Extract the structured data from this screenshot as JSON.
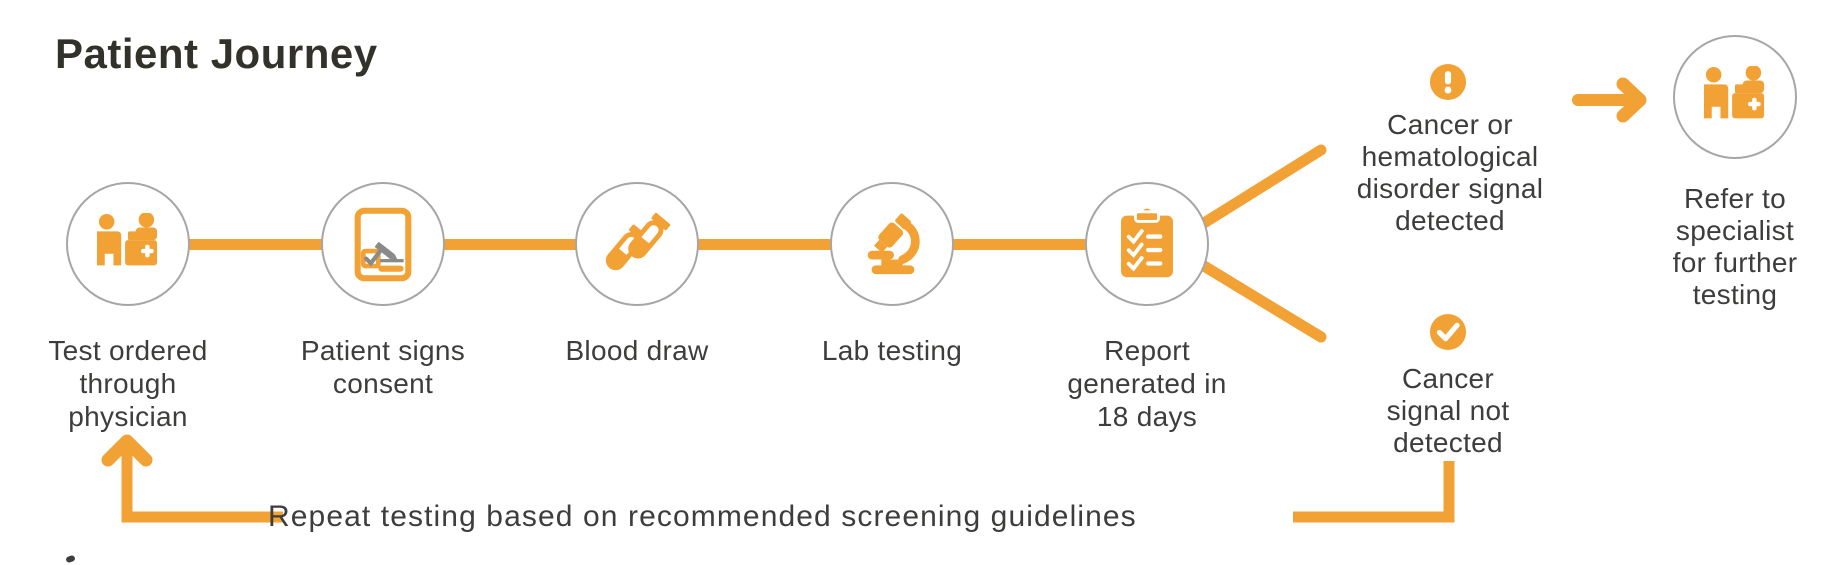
{
  "title": "Patient Journey",
  "colors": {
    "accent": "#F2A134",
    "circle_border": "#A6A6A6",
    "title_text": "#32322B",
    "label_text": "#3D3D3C",
    "icon_gray": "#8A8A8A"
  },
  "steps": [
    {
      "name": "test-ordered",
      "icon": "physician-consult-icon",
      "lines": [
        "Test ordered",
        "through",
        "physician"
      ]
    },
    {
      "name": "consent",
      "icon": "signed-consent-icon",
      "lines": [
        "Patient signs",
        "consent"
      ]
    },
    {
      "name": "blood-draw",
      "icon": "test-tubes-icon",
      "lines": [
        "Blood draw"
      ]
    },
    {
      "name": "lab-testing",
      "icon": "microscope-icon",
      "lines": [
        "Lab testing"
      ]
    },
    {
      "name": "report",
      "icon": "report-checklist-icon",
      "lines": [
        "Report",
        "generated in",
        "18 days"
      ]
    }
  ],
  "outcomes": {
    "detected": {
      "icon": "alert-icon",
      "lines": [
        "Cancer or",
        "hematological",
        "disorder signal",
        "detected"
      ]
    },
    "not_detected": {
      "icon": "check-icon",
      "lines": [
        "Cancer",
        "signal not",
        "detected"
      ]
    }
  },
  "referral": {
    "icon": "specialist-consult-icon",
    "lines": [
      "Refer to",
      "specialist",
      "for further",
      "testing"
    ]
  },
  "repeat_note": {
    "text": "Repeat testing based on recommended screening guidelines"
  }
}
